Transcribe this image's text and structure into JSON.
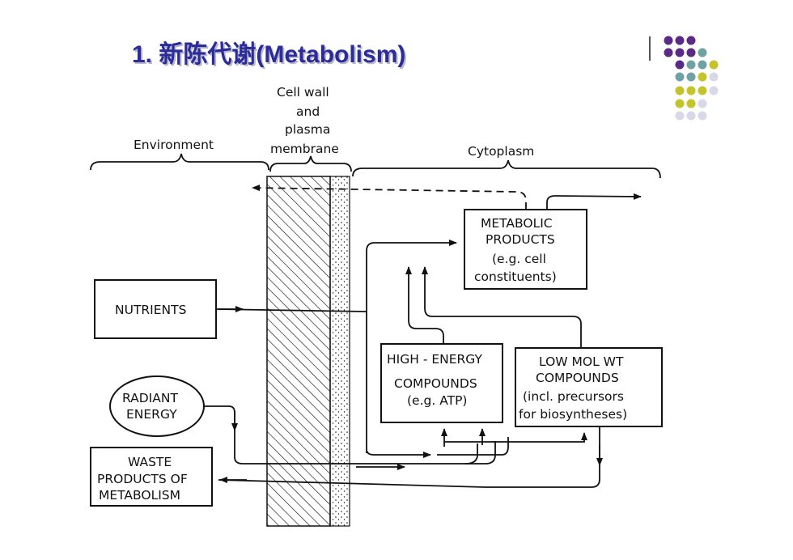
{
  "title": "1. 新陈代谢(Metabolism)",
  "regions": {
    "environment": "Environment",
    "cell_wall": [
      "Cell wall",
      "and",
      "plasma",
      "membrane"
    ],
    "cytoplasm": "Cytoplasm"
  },
  "boxes": {
    "nutrients": [
      "NUTRIENTS"
    ],
    "radiant_energy": [
      "RADIANT",
      "ENERGY"
    ],
    "waste": [
      "WASTE",
      "PRODUCTS OF",
      "METABOLISM"
    ],
    "metabolic_products": [
      "METABOLIC",
      "PRODUCTS",
      "(e.g. cell",
      "constituents)"
    ],
    "high_energy": [
      "HIGH - ENERGY",
      "COMPOUNDS",
      "(e.g. ATP)"
    ],
    "low_mol": [
      "LOW  MOL  WT",
      "COMPOUNDS",
      "(incl. precursors",
      "for  biosyntheses)"
    ]
  },
  "colors": {
    "title": "#2b2b9a",
    "dot_purple": "#5b2a86",
    "dot_teal": "#6fa3a3",
    "dot_yellow": "#c4c42a",
    "dot_lilac": "#d8d8e8"
  }
}
